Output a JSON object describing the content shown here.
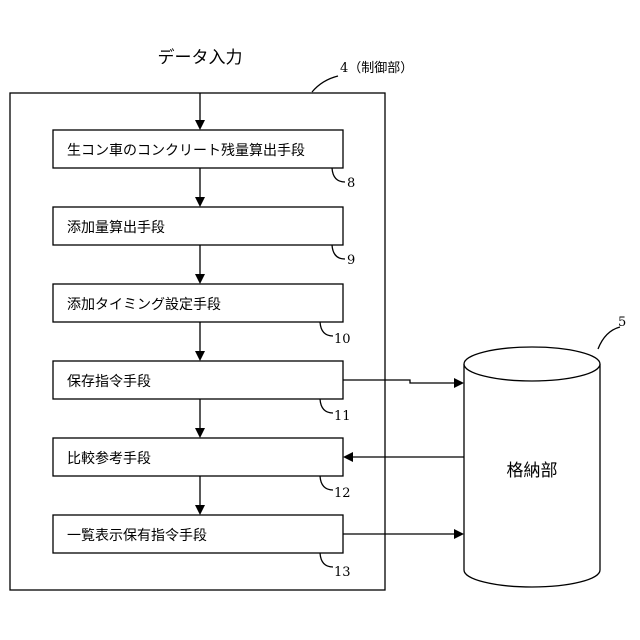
{
  "input_label": "データ入力",
  "controller": {
    "ref": "4（制御部）"
  },
  "steps": [
    {
      "label": "生コン車のコンクリート残量算出手段",
      "ref": "8"
    },
    {
      "label": "添加量算出手段",
      "ref": "9"
    },
    {
      "label": "添加タイミング設定手段",
      "ref": "10"
    },
    {
      "label": "保存指令手段",
      "ref": "11"
    },
    {
      "label": "比較参考手段",
      "ref": "12"
    },
    {
      "label": "一覧表示保有指令手段",
      "ref": "13"
    }
  ],
  "storage": {
    "label": "格納部",
    "ref": "5"
  }
}
